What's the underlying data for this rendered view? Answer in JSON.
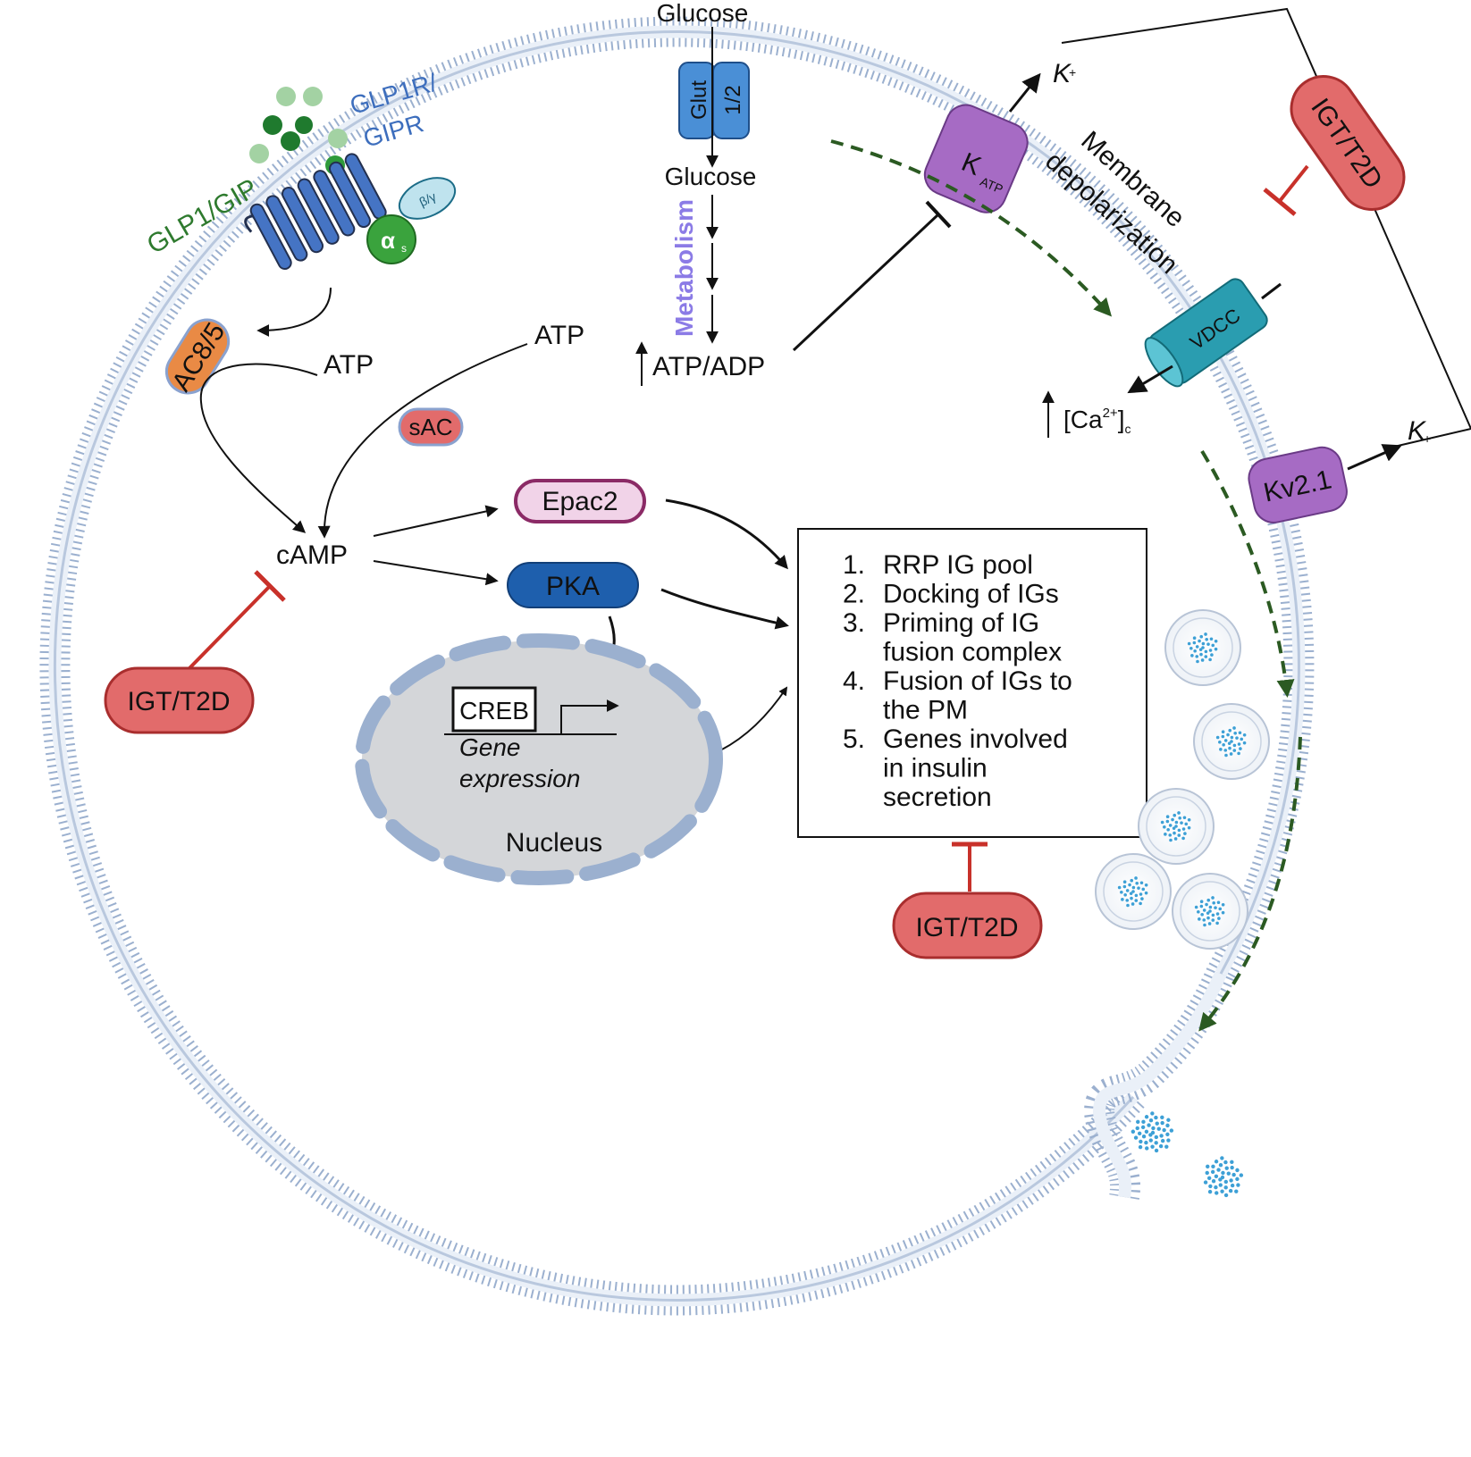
{
  "labels": {
    "glucose_out": "Glucose",
    "glut": "Glut",
    "glut_num": "1/2",
    "glucose_in": "Glucose",
    "metabolism": "Metabolism",
    "atp_adp": "ATP/ADP",
    "k_plus_top": "K",
    "katp_k": "K",
    "katp_sub": "ATP",
    "membrane_depol_1": "Membrane",
    "membrane_depol_2": "depolarization",
    "vdcc": "VDCC",
    "ca_open": "[Ca",
    "ca_sup": "2+",
    "ca_close": "]",
    "ca_sub": "c",
    "kv21": "Kv2.1",
    "k_plus_kv": "K",
    "glp1r_1": "GLP1R/",
    "glp1r_2": "GIPR",
    "glp1_gip": "GLP1/GIP",
    "beta_gamma": "β/γ",
    "alpha_s": "α",
    "alpha_sub": "s",
    "ac85": "AC8/5",
    "atp_1": "ATP",
    "atp_2": "ATP",
    "sac": "sAC",
    "camp": "cAMP",
    "epac2": "Epac2",
    "pka": "PKA",
    "creb": "CREB",
    "gene_1": "Gene",
    "gene_2": "expression",
    "nucleus": "Nucleus",
    "igt_1": "IGT/T2D",
    "igt_2": "IGT/T2D",
    "igt_3": "IGT/T2D"
  },
  "box_lines": [
    {
      "num": "1.",
      "text": "RRP IG pool"
    },
    {
      "num": "2.",
      "text": "Docking of IGs"
    },
    {
      "num": "",
      "text": ""
    },
    {
      "num": "3.",
      "text": "Priming of IG"
    },
    {
      "num": "",
      "text": "fusion complex"
    },
    {
      "num": "4.",
      "text": "Fusion of IGs to"
    },
    {
      "num": "",
      "text": "the PM"
    },
    {
      "num": "5.",
      "text": "Genes involved"
    },
    {
      "num": "",
      "text": "in insulin"
    },
    {
      "num": "",
      "text": "secretion"
    }
  ],
  "colors": {
    "membrane": "#9bb0cf",
    "membrane_dark": "#7f97bd",
    "igt_fill": "#e26b6b",
    "igt_stroke": "#a92e2e",
    "inhibit_red": "#c8312a",
    "dashed_green": "#2b5a22",
    "glut_blue": "#4a8fd6",
    "katp_purple": "#a66bc4",
    "vdcc_teal": "#2a9db0",
    "ac_orange": "#e98a45",
    "pka_blue": "#1e5fad",
    "epac_pink": "#f1d3e8",
    "epac_stroke": "#8b2a66",
    "nucleus_grey": "#d4d6d9",
    "granule_dots": "#3da0d6",
    "gpcr_blue": "#4574c4",
    "galpha_green": "#3aa33d",
    "metabolism_text": "#8b7be6",
    "glp_text": "#2e7a2e",
    "glpr_text": "#3d6ebd"
  },
  "icons": [
    "gpcr-receptor-icon",
    "glut-transporter-icon",
    "katp-channel-icon",
    "vdcc-channel-icon",
    "kv-channel-icon",
    "insulin-granule-icon",
    "nucleus-icon"
  ]
}
